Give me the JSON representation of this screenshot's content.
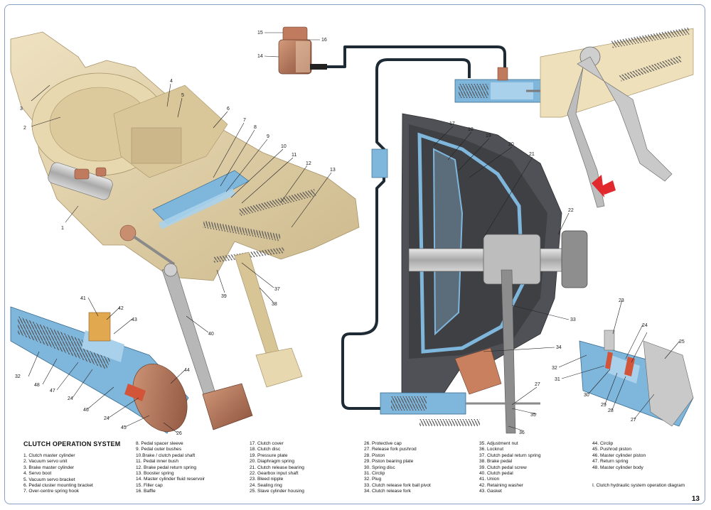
{
  "title": "CLUTCH OPERATION SYSTEM",
  "page_number": "13",
  "legend": {
    "col1": [
      "1. Clutch master cylinder",
      "2. Vacuum servo unit",
      "3. Brake master cylinder",
      "4. Servo boot",
      "5. Vacuum servo bracket",
      "6. Pedal cluster mounting bracket",
      "7. Over-centre spring hook"
    ],
    "col2": [
      "8. Pedal spacer sleeve",
      "9. Pedal outer bushes",
      "10.Brake / clutch pedal shaft",
      "11. Pedal inner bush",
      "12. Brake pedal return spring",
      "13. Booster spring",
      "14. Master cylinder fluid reservoir",
      "15. Filler cap",
      "16. Baffle"
    ],
    "col3": [
      "17. Clutch cover",
      "18. Clutch disc",
      "19. Pressure plate",
      "20. Diaphragm spring",
      "21. Clutch release bearing",
      "22. Gearbox input shaft",
      "23. Bleed nipple",
      "24. Sealing ring",
      "25. Slave cylinder housing"
    ],
    "col4": [
      "26. Protective cap",
      "27. Release fork pushrod",
      "28. Piston",
      "29. Piston bearing plate",
      "30. Spring disc",
      "31. Circlip",
      "32. Plug",
      "33. Clutch release fork ball pivot",
      "34. Clutch release fork"
    ],
    "col5": [
      "35. Adjustment nut",
      "36. Locknut",
      "37. Clutch pedal return spring",
      "38. Brake pedal",
      "39. Clutch pedal screw",
      "40. Clutch pedal",
      "41. Union",
      "42. Retaining washer",
      "43. Gasket"
    ],
    "col6": [
      "44. Circlip",
      "45. Pushrod piston",
      "46. Master cylinder piston",
      "47. Return spring",
      "48. Master cylinder body",
      "",
      "",
      "I. Clutch hydraulic system operation diagram"
    ]
  },
  "callouts": {
    "c1": "1",
    "c2": "2",
    "c3": "3",
    "c4": "4",
    "c5": "5",
    "c6": "6",
    "c7": "7",
    "c8": "8",
    "c9": "9",
    "c10": "10",
    "c11": "11",
    "c12": "12",
    "c13": "13",
    "c14": "14",
    "c15": "15",
    "c16": "16",
    "c17": "17",
    "c18": "18",
    "c19": "19",
    "c20": "20",
    "c21": "21",
    "c22": "22",
    "c23": "23",
    "c24a": "24",
    "c24b": "24",
    "c24c": "24",
    "c25": "25",
    "c26": "26",
    "c27a": "27",
    "c27b": "27",
    "c28": "28",
    "c29": "29",
    "c30": "30",
    "c31": "31",
    "c32a": "32",
    "c32b": "32",
    "c33": "33",
    "c34": "34",
    "c35": "35",
    "c36": "36",
    "c37": "37",
    "c38": "38",
    "c39": "39",
    "c40": "40",
    "c41": "41",
    "c42": "42",
    "c43": "43",
    "c44": "44",
    "c45": "45",
    "c46": "46",
    "c47": "47",
    "c48": "48"
  },
  "colors": {
    "body_tan": "#e6d5ae",
    "body_tan_dark": "#c9b68a",
    "cutaway_blue": "#7fb6dc",
    "housing_gray": "#4f5156",
    "metal": "#bdbdbd",
    "pipe": "#1e2b34",
    "copper": "#b0725a",
    "seal_red": "#d2553a",
    "arrow_red": "#e0282d",
    "frame_blue": "#8a9fc4"
  }
}
